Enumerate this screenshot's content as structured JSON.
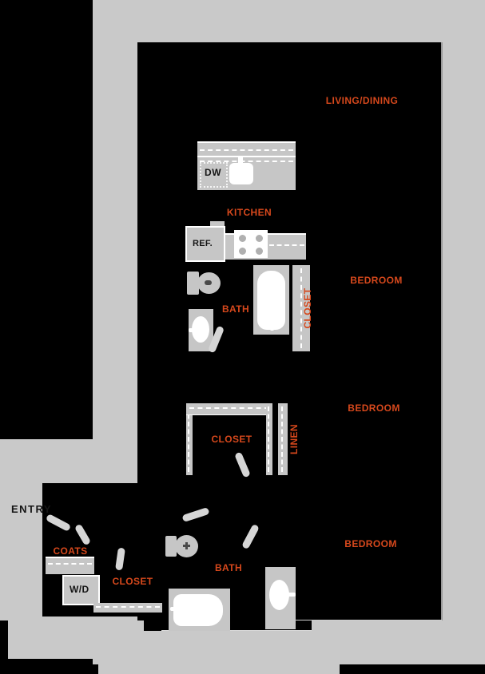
{
  "plan": {
    "entry_label": "ENTRY",
    "appliances": {
      "dishwasher": "DW",
      "refrigerator": "REF.",
      "washer_dryer": "W/D"
    },
    "rooms": {
      "living_dining": "LIVING/DINING",
      "kitchen": "KITCHEN",
      "bedroom_top": "BEDROOM",
      "bedroom_mid": "BEDROOM",
      "bedroom_bottom": "BEDROOM",
      "bath_main": "BATH",
      "bath_second": "BATH",
      "walk_in_closet": "CLOSET",
      "closet_tall": "CLOSET",
      "linen": "LINEN",
      "coats": "COATS",
      "hall_closet": "CLOSET"
    },
    "colors": {
      "background": "#000000",
      "mat": "#c9c9c9",
      "fixture": "#c6c6c6",
      "accent_orange": "#d6481c",
      "white": "#ffffff"
    }
  }
}
